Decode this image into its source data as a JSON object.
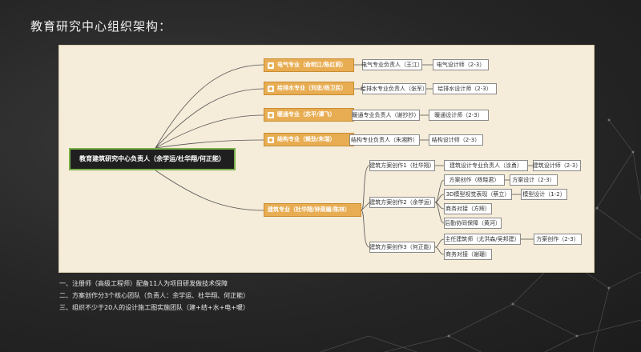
{
  "page": {
    "title": "教育研究中心组织架构："
  },
  "org": {
    "root": "教育建筑研究中心负责人（余学运/杜华翔/何正能）",
    "departments": [
      "电气专业（俞明江/陈红莉）",
      "给排水专业（刘忠/杨卫民）",
      "暖通专业（苏平/谭飞）",
      "结构专业（赖劲/朱瑞）",
      "建筑专业（杜华翔/钟燕媚/陈林）"
    ],
    "leads": [
      "电气专业负责人（王江）",
      "给排水专业负责人（张军）",
      "暖通专业负责人（谢抄抄）",
      "结构专业负责人（朱湘黔）"
    ],
    "designers": [
      "电气设计师（2-3）",
      "给排水设计师（2-3）",
      "暖通设计师（2-3）",
      "结构设计师（2-3）"
    ],
    "arch_teams": [
      "建筑方案创作1（杜华翔）",
      "建筑方案创作2（余学运）",
      "建筑方案创作3（何正能）"
    ],
    "team1": {
      "lead": "建筑设计专业负责人（涂勇）",
      "role": "建筑设计师（2-3）"
    },
    "team2": {
      "members": [
        "方案创作（杨晓君）",
        "3D模型视觉表现（蔡立）",
        "商务对接（方辉）",
        "后勤协同保障（黄河）"
      ],
      "roles": [
        "方案设计（2-3）",
        "模型设计（1-2）"
      ]
    },
    "team3": {
      "members": [
        "主任建筑师（尤洪森/吴邦建）",
        "商务对接（谢珊）"
      ],
      "role": "方案创作（2-3）"
    }
  },
  "notes": [
    "一、注册师（高级工程师）配备11人为项目研发做技术保障",
    "二、方案创作分3个核心团队（负责人：余学运、杜华翔、何正能）",
    "三、组织不少于20人的设计施工图实施团队（建+结+水+电+暖）"
  ]
}
